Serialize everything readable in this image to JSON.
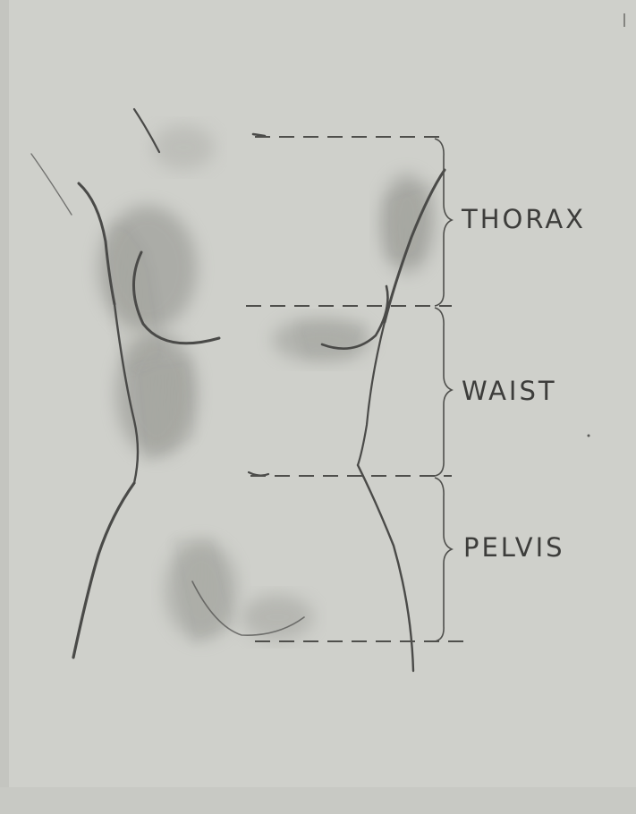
{
  "figure": {
    "labels": {
      "thorax": "THORAX",
      "waist": "WAIST",
      "pelvis": "PELVIS"
    }
  },
  "colors": {
    "paper": "#cfd0cb",
    "ink": "#3d3d3b",
    "pencil": "#4a4a48"
  }
}
